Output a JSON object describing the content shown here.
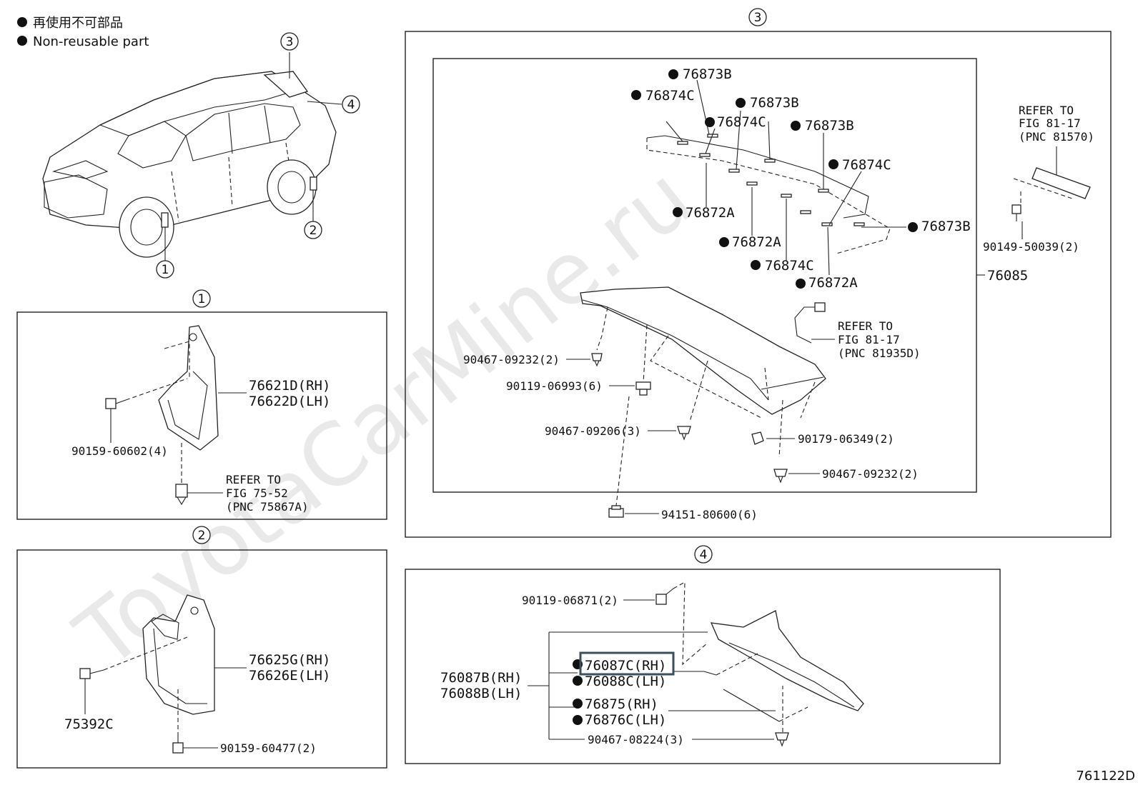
{
  "legend": {
    "item_jp": "再使用不可部品",
    "item_en": "Non-reusable part"
  },
  "watermark": "ToyotaCarMine.ru",
  "figure_code": "761122D",
  "callouts": {
    "c1": "1",
    "c2": "2",
    "c3": "3",
    "c4": "4"
  },
  "section1": {
    "labels": {
      "part_rh": "76621D(RH)",
      "part_lh": "76622D(LH)",
      "bolt": "90159-60602(4)",
      "ref1": "REFER TO",
      "ref2": "FIG 75-52",
      "ref3": "(PNC 75867A)"
    }
  },
  "section2": {
    "labels": {
      "part_rh": "76625G(RH)",
      "part_lh": "76626E(LH)",
      "screw": "75392C",
      "bolt": "90159-60477(2)"
    }
  },
  "section3": {
    "labels": {
      "b1": "76873B",
      "c1": "76874C",
      "b2": "76873B",
      "c2": "76874C",
      "b3": "76873B",
      "c3": "76874C",
      "a1": "76872A",
      "b4": "76873B",
      "a2": "76872A",
      "c4": "76874C",
      "a3": "76872A",
      "assy": "76085",
      "ref_top1": "REFER TO",
      "ref_top2": "FIG 81-17",
      "ref_top3": "(PNC 81570)",
      "bolt_r": "90149-50039(2)",
      "ref_mid1": "REFER TO",
      "ref_mid2": "FIG 81-17",
      "ref_mid3": "(PNC 81935D)",
      "clip1": "90467-09232(2)",
      "grom": "90119-06993(6)",
      "clip2": "90467-09206(3)",
      "nut": "90179-06349(2)",
      "clip3": "90467-09232(2)",
      "nut2": "94151-80600(6)"
    }
  },
  "section4": {
    "labels": {
      "bolt": "90119-06871(2)",
      "assy_rh": "76087B(RH)",
      "assy_lh": "76088B(LH)",
      "s1": "76087C(RH)",
      "s2": "76088C(LH)",
      "s3": "76875(RH)",
      "s4": "76876C(LH)",
      "clip": "90467-08224(3)"
    }
  }
}
